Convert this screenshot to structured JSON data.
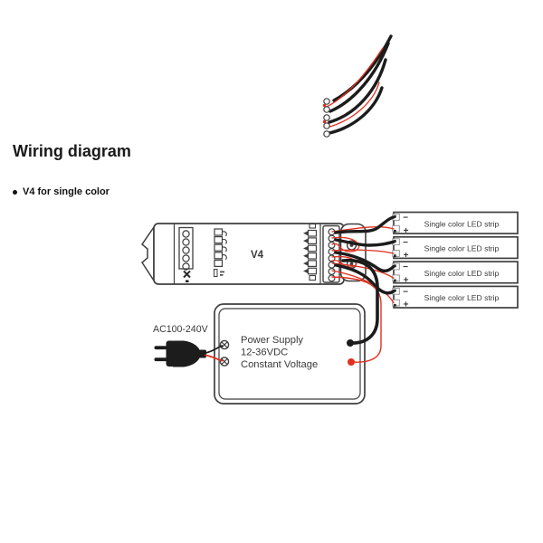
{
  "page": {
    "title": "Wiring diagram",
    "section_bullet": "V4 for single color"
  },
  "controller": {
    "label": "V4"
  },
  "power_supply": {
    "line1": "Power Supply",
    "line2": "12-36VDC",
    "line3": "Constant Voltage",
    "ac_input_label": "AC100-240V"
  },
  "led_strips": {
    "label": "Single color LED strip",
    "count": 4,
    "minus": "−",
    "plus": "+"
  },
  "colors": {
    "outline": "#3f3f3f",
    "wire_black": "#1c1c1c",
    "wire_red": "#e0301f",
    "text": "#3a3a3a"
  }
}
